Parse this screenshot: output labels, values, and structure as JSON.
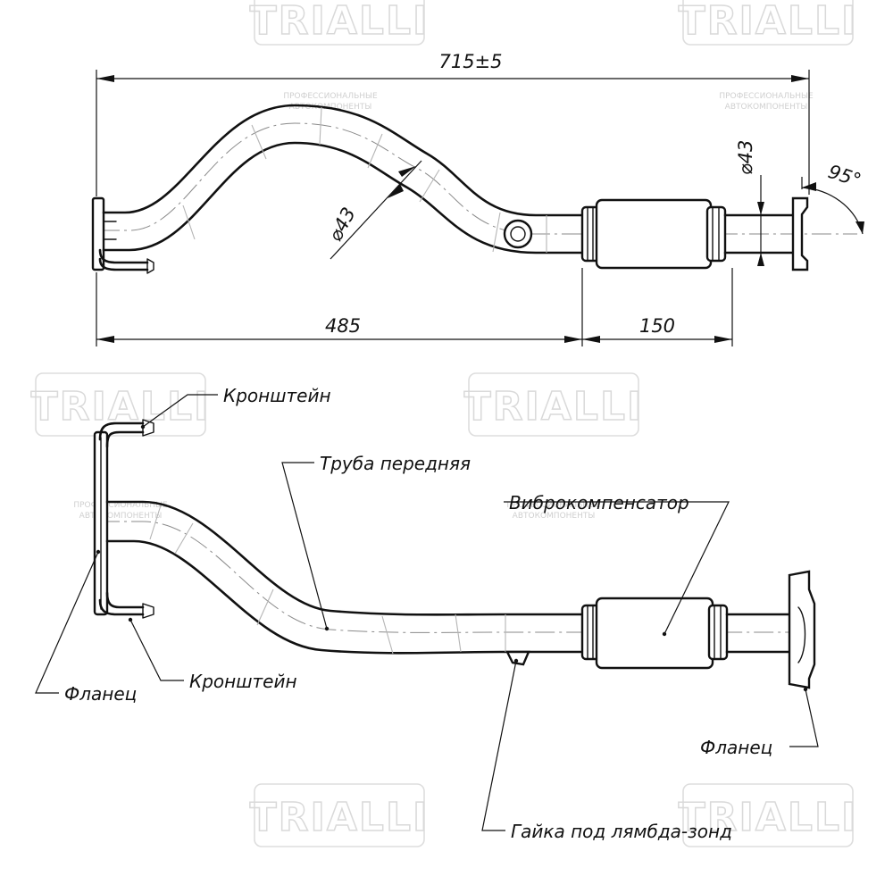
{
  "watermark": {
    "brand": "TRIALLI",
    "tagline_line1": "ПРОФЕССИОНАЛЬНЫЕ",
    "tagline_line2": "АВТОКОМПОНЕНТЫ"
  },
  "dimensions": {
    "overall_length": "715±5",
    "pipe_diameter_front": "⌀43",
    "pipe_diameter_rear": "⌀43",
    "angle": "95°",
    "segment_front": "485",
    "segment_rear": "150"
  },
  "labels": {
    "bracket_top": "Кронштейн",
    "bracket_bottom": "Кронштейн",
    "front_pipe": "Труба передняя",
    "vibration_compensator": "Виброкомпенсатор",
    "flange_left": "Фланец",
    "flange_right": "Фланец",
    "lambda_nut": "Гайка под лямбда-зонд"
  },
  "colors": {
    "line": "#111111",
    "watermark": "#d9d9d9"
  }
}
